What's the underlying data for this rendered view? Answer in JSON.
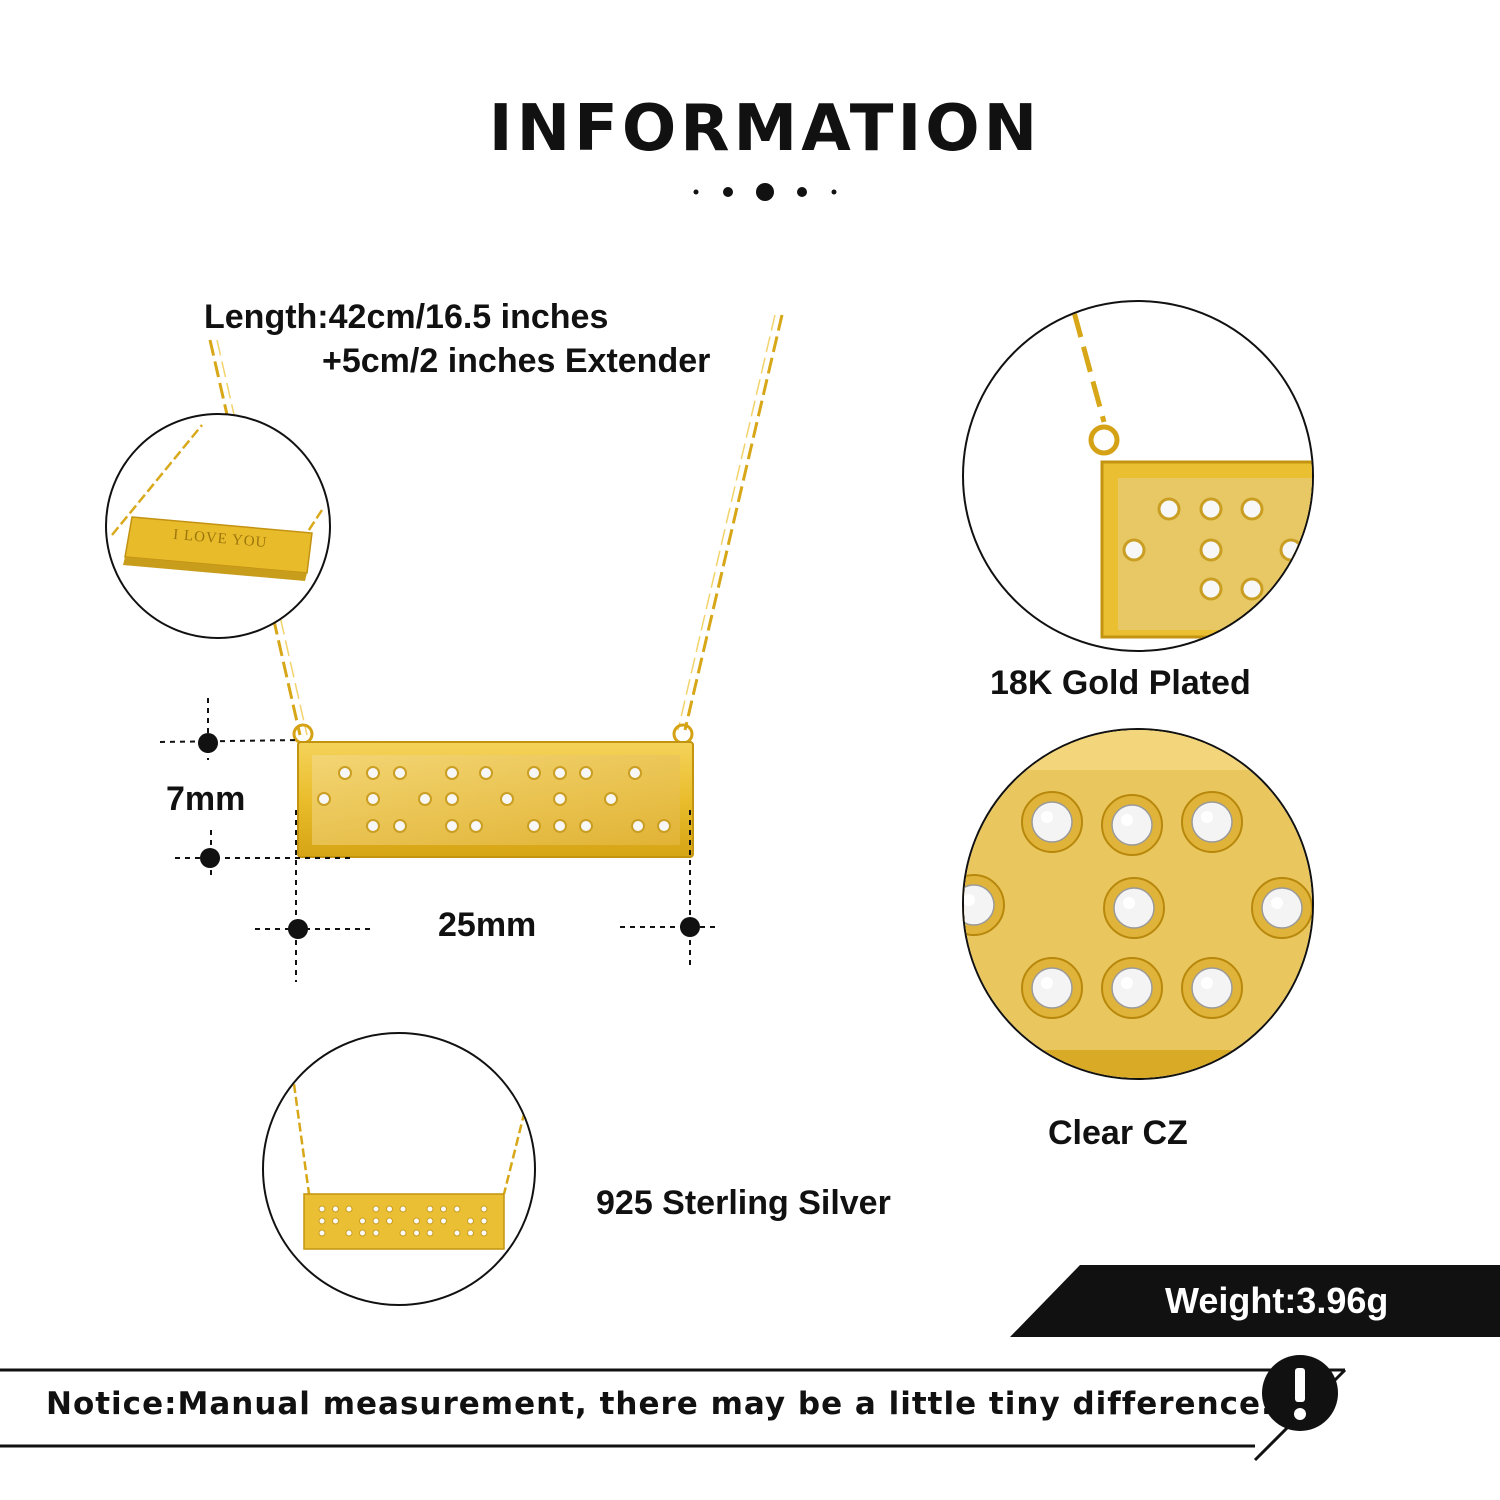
{
  "header": {
    "title": "INFORMATION"
  },
  "product": {
    "length_line1": "Length:42cm/16.5 inches",
    "length_line2": "+5cm/2 inches Extender",
    "height": "7mm",
    "width": "25mm",
    "engraving": "I LOVE YOU",
    "plating": "18K Gold Plated",
    "stone": "Clear CZ",
    "material": "925 Sterling Silver",
    "weight": "Weight:3.96g"
  },
  "notice": {
    "text": "Notice:Manual measurement, there may be a little tiny difference.",
    "icon": "exclamation-icon"
  },
  "colors": {
    "gold": "#e2b21f",
    "gold_light": "#f1cc4a",
    "gold_dark": "#b8880c",
    "ink": "#111111"
  }
}
